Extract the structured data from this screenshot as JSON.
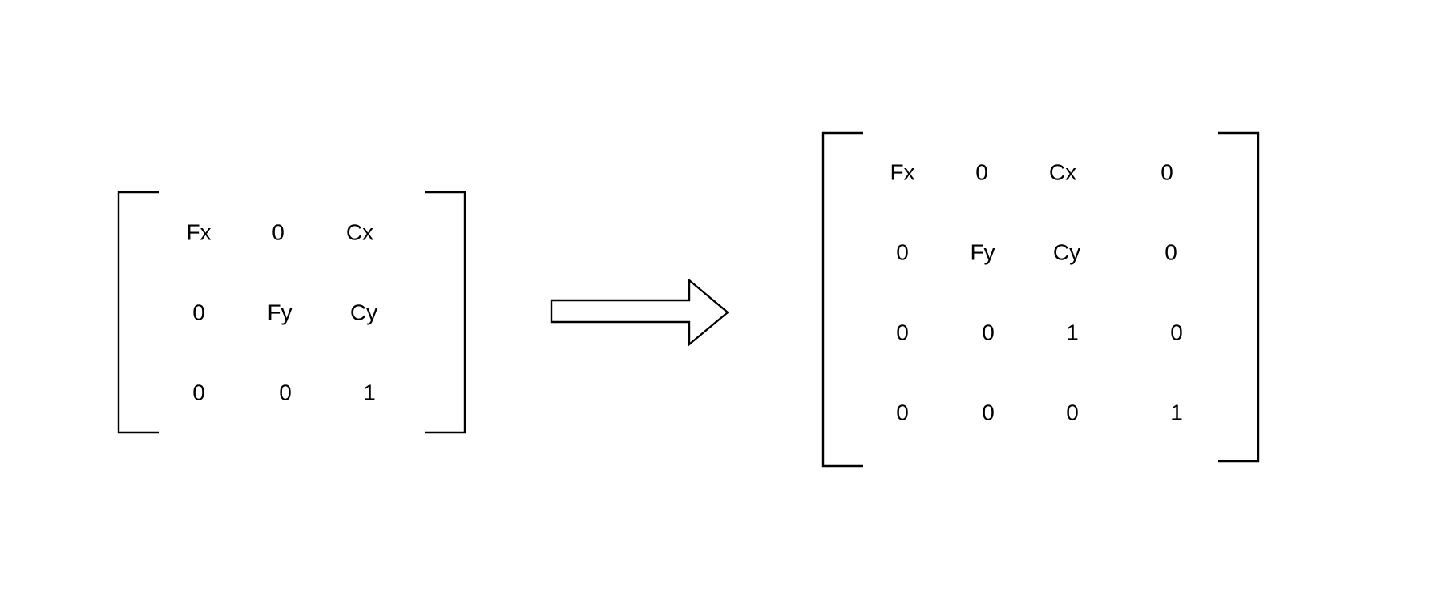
{
  "diagram": {
    "source_matrix": {
      "rows": [
        [
          "Fx",
          "0",
          "Cx"
        ],
        [
          "0",
          "Fy",
          "Cy"
        ],
        [
          "0",
          "0",
          "1"
        ]
      ]
    },
    "target_matrix": {
      "rows": [
        [
          "Fx",
          "0",
          "Cx",
          "0"
        ],
        [
          "0",
          "Fy",
          "Cy",
          "0"
        ],
        [
          "0",
          "0",
          "1",
          "0"
        ],
        [
          "0",
          "0",
          "0",
          "1"
        ]
      ]
    },
    "colors": {
      "stroke": "#000000",
      "background": "#ffffff"
    }
  }
}
